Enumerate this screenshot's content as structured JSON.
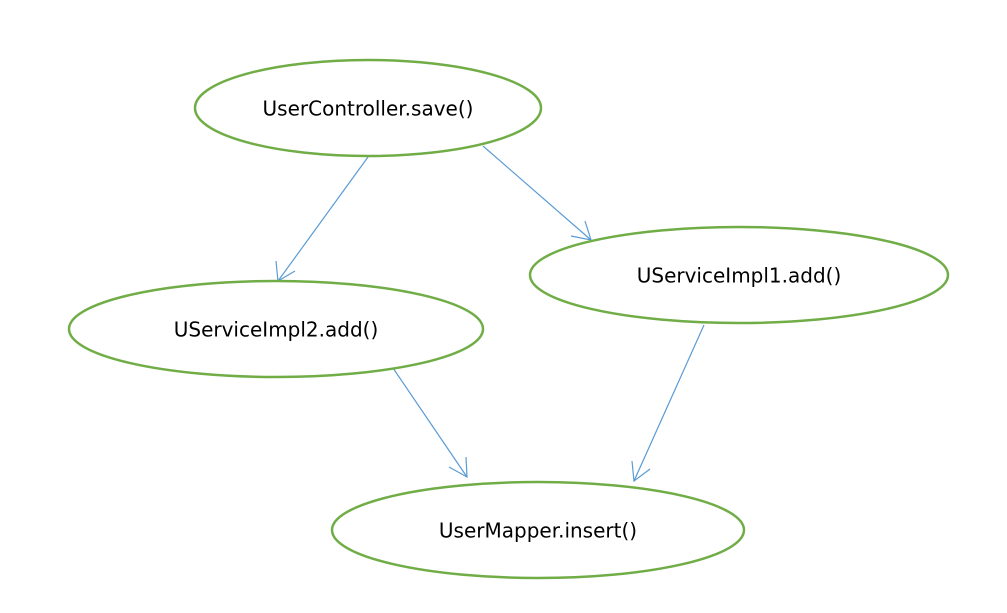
{
  "colors": {
    "node_stroke": "#70ad47",
    "edge_stroke": "#5b9bd5",
    "text": "#000000",
    "background": "#ffffff"
  },
  "nodes": [
    {
      "id": "controller",
      "label": "UserController.save()"
    },
    {
      "id": "impl1",
      "label": "UServiceImpl1.add()"
    },
    {
      "id": "impl2",
      "label": "UServiceImpl2.add()"
    },
    {
      "id": "mapper",
      "label": "UserMapper.insert()"
    }
  ],
  "edges": [
    {
      "from": "controller",
      "to": "impl2"
    },
    {
      "from": "controller",
      "to": "impl1"
    },
    {
      "from": "impl2",
      "to": "mapper"
    },
    {
      "from": "impl1",
      "to": "mapper"
    }
  ]
}
